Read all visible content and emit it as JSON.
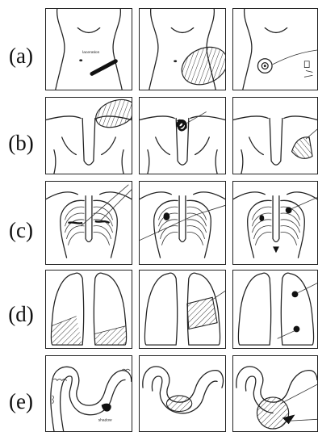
{
  "rows": [
    {
      "label": "(a)"
    },
    {
      "label": "(b)"
    },
    {
      "label": "(c)"
    },
    {
      "label": "(d)"
    },
    {
      "label": "(e)"
    }
  ],
  "annotations": {
    "a1_text": "laceration",
    "e1_text": "shadow"
  }
}
